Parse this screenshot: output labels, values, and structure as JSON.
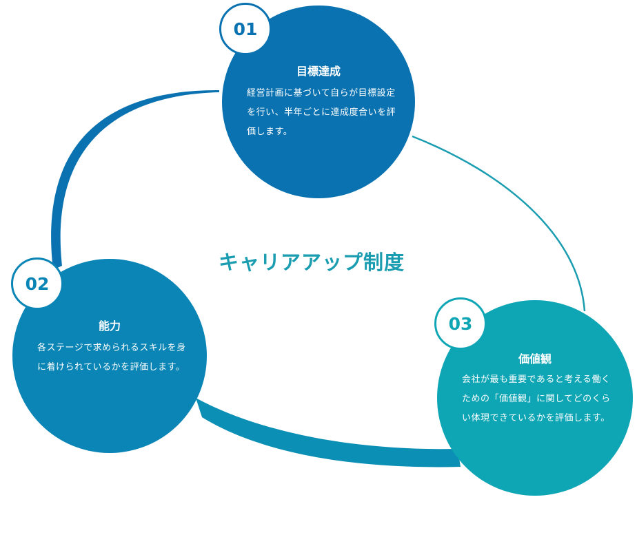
{
  "diagram": {
    "title": "キャリアアップ制度",
    "colors": {
      "step1": "#0a72b0",
      "step2": "#0b85b5",
      "step3": "#0ea5b5",
      "title": "#1a9db0"
    },
    "steps": [
      {
        "number": "01",
        "heading": "目標達成",
        "text": "経営計画に基づいて自らが目標設定を行い、半年ごとに達成度合いを評価します。"
      },
      {
        "number": "02",
        "heading": "能力",
        "text": "各ステージで求められるスキルを身に着けられているかを評価します。"
      },
      {
        "number": "03",
        "heading": "価値観",
        "text": "会社が最も重要であると考える働くための「価値観」に関してどのくらい体現できているかを評価します。"
      }
    ]
  }
}
